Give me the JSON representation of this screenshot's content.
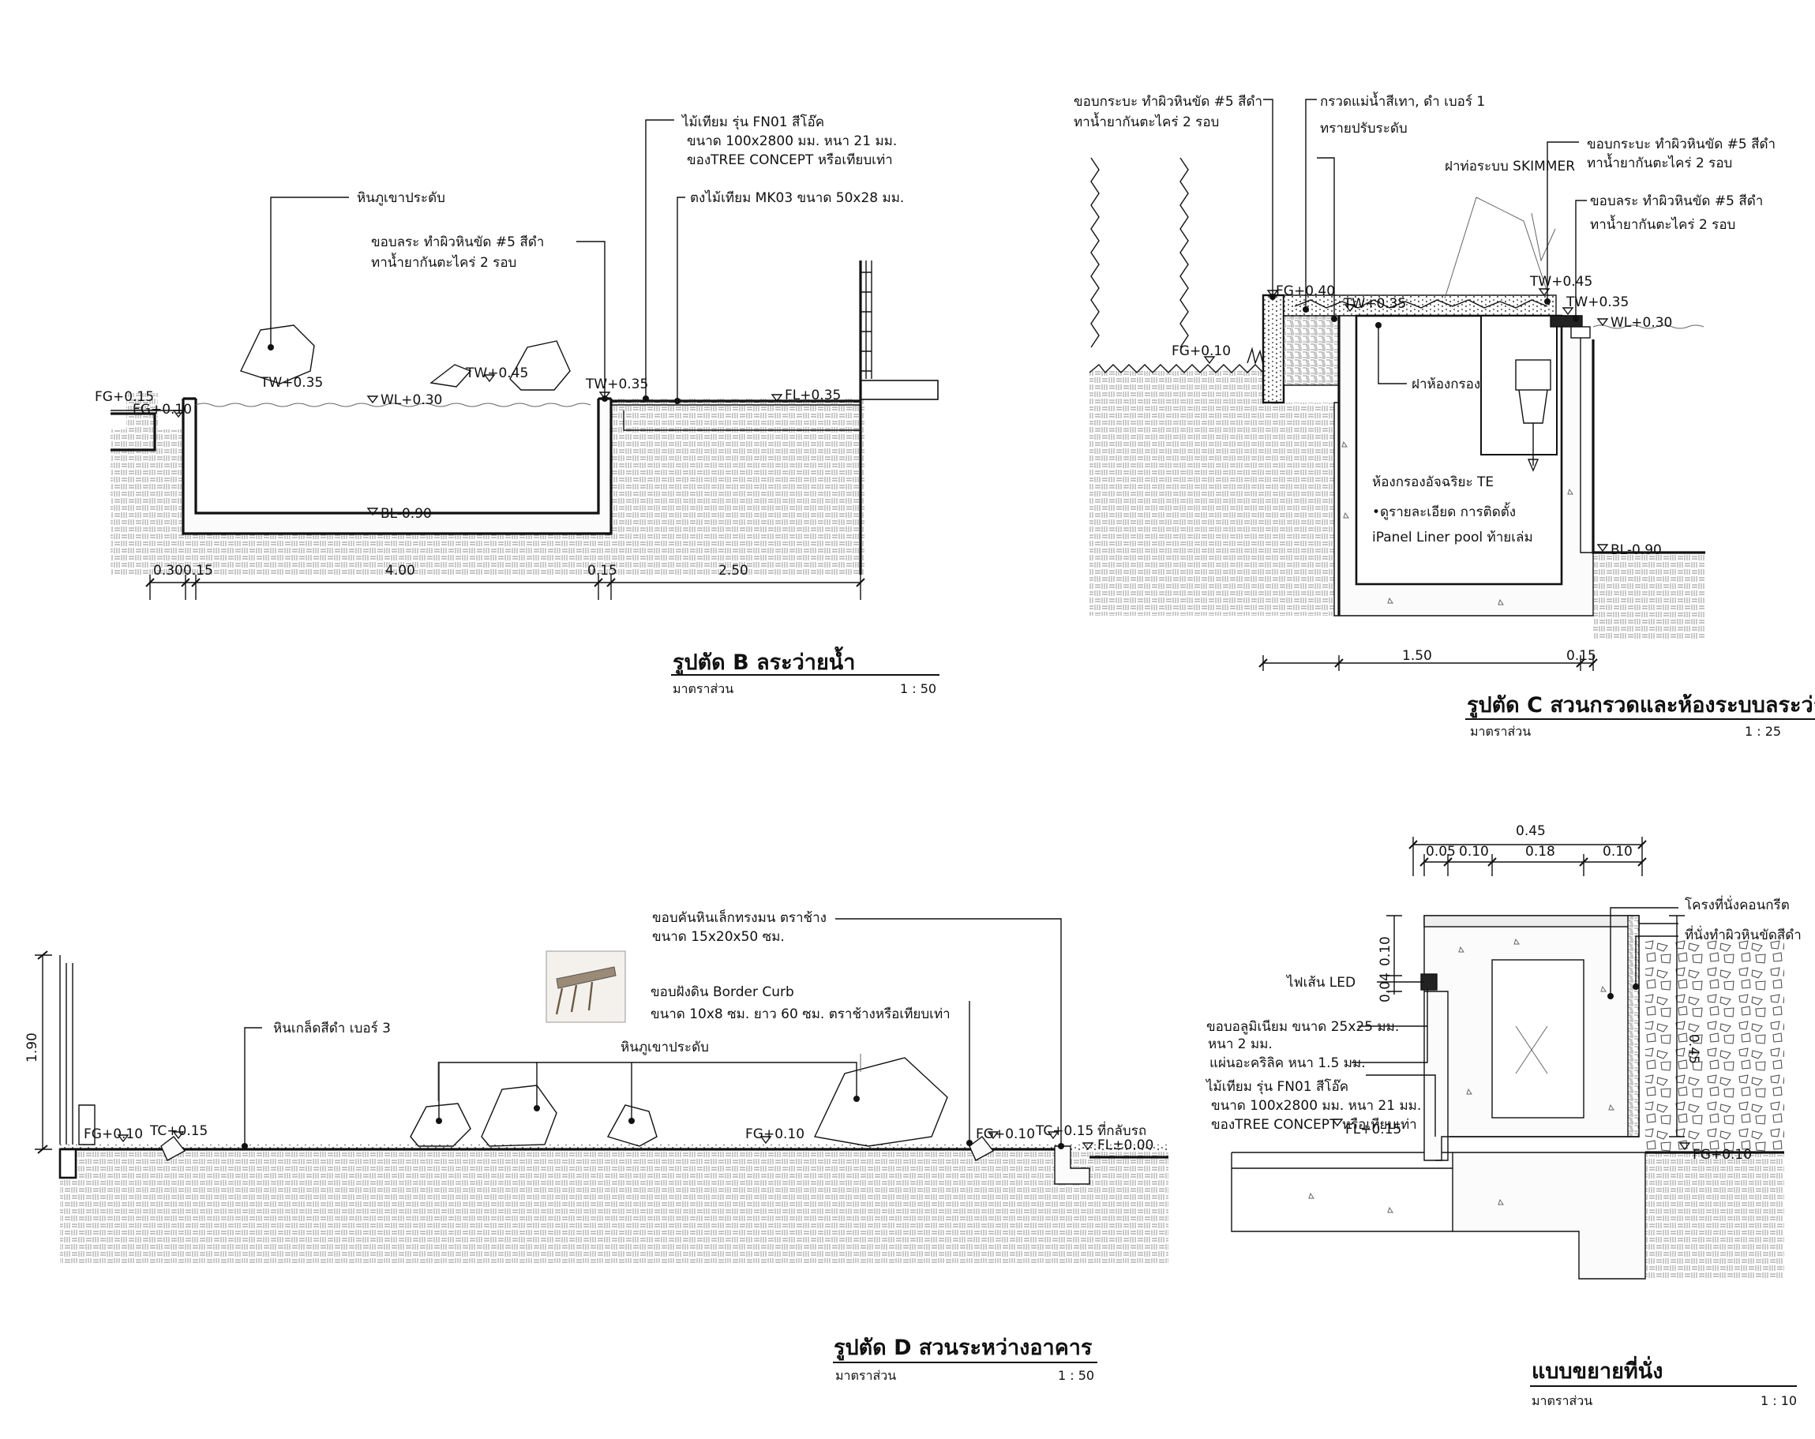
{
  "sections": {
    "B": {
      "title": "รูปตัด B ลระว่ายน้ำ",
      "scale_label": "มาตราส่วน",
      "scale": "1 : 50",
      "notes": {
        "stone": "หินภูเขาประดับ",
        "edge1": "ขอบลระ ทำผิวหินขัด #5 สีดำ",
        "edge2": "ทาน้ำยากันตะไคร่ 2 รอบ",
        "wood1": "ไม้เทียม รุ่น FN01 สีโอ๊ค",
        "wood2": "ขนาด 100x2800 มม. หนา 21 มม.",
        "wood3": "ของTREE CONCEPT หรือเทียบเท่า",
        "joist": "ตงไม้เทียม MK03 ขนาด 50x28 มม."
      },
      "levels": {
        "fg1": "FG+0.15",
        "fg2": "FG+0.10",
        "tw1": "TW+0.35",
        "tw2": "TW+0.45",
        "tw3": "TW+0.35",
        "wl": "WL+0.30",
        "fl": "FL+0.35",
        "bl": "BL-0.90"
      },
      "dims": [
        "0.30",
        "0.15",
        "4.00",
        "0.15",
        "2.50"
      ]
    },
    "C": {
      "title": "รูปตัด C สวนกรวดและห้องระบบลระว่ายน้ำ",
      "scale_label": "มาตราส่วน",
      "scale": "1 : 25",
      "notes": {
        "edgeA1": "ขอบกระบะ ทำผิวหินขัด #5 สีดำ",
        "edgeA2": "ทาน้ำยากันตะไคร่ 2 รอบ",
        "gravel": "กรวดแม่น้ำสีเทา, ดำ เบอร์ 1",
        "sand": "ทรายปรับระดับ",
        "skimmer": "ฝาท่อระบบ SKIMMER",
        "edgeB1": "ขอบกระบะ ทำผิวหินขัด #5 สีดำ",
        "edgeB2": "ทาน้ำยากันตะไคร่ 2 รอบ",
        "edgeC1": "ขอบลระ ทำผิวหินขัด #5 สีดำ",
        "edgeC2": "ทาน้ำยากันตะไคร่ 2 รอบ",
        "cover": "ฝาห้องกรอง",
        "room1": "ห้องกรองอัจฉริยะ TE",
        "room2": "•ดูรายละเอียด การติดตั้ง",
        "room3": "iPanel Liner pool ท้ายเล่ม"
      },
      "levels": {
        "fg40": "FG+0.40",
        "tw35": "TW+0.35",
        "tw45": "TW+0.45",
        "tw35b": "TW+0.35",
        "wl": "WL+0.30",
        "fg10": "FG+0.10",
        "bl": "BL-0.90"
      },
      "dims": [
        "1.50",
        "0.15"
      ]
    },
    "D": {
      "title": "รูปตัด D สวนระหว่างอาคาร",
      "scale_label": "มาตราส่วน",
      "scale": "1 : 50",
      "notes": {
        "curb1": "ขอบคันหินเล็กทรงมน ตราช้าง",
        "curb2": "ขนาด 15x20x50 ซม.",
        "border1": "ขอบฝังดิน Border Curb",
        "border2": "ขนาด 10x8 ซม. ยาว 60 ซม. ตราช้างหรือเทียบเท่า",
        "gravel": "หินเกล็ดสีดำ เบอร์ 3",
        "stone": "หินภูเขาประดับ",
        "parking": "ที่กลับรถ"
      },
      "levels": {
        "fg1": "FG+0.10",
        "tc1": "TC+0.15",
        "fg2": "FG+0.10",
        "fg3": "FG+0.10",
        "tc2": "TC+0.15",
        "fl": "FL±0.00"
      },
      "height": "1.90"
    },
    "E": {
      "title": "แบบขยายที่นั่ง",
      "scale_label": "มาตราส่วน",
      "scale": "1 : 10",
      "notes": {
        "frame": "โครงที่นั่งคอนกรีต",
        "seat": "ที่นั่งทำผิวหินขัดสีดำ",
        "led": "ไฟเส้น LED",
        "alu1": "ขอบอลูมิเนียม ขนาด 25x25 มม.",
        "alu2": "หนา 2 มม.",
        "acr": "แผ่นอะคริลิค หนา 1.5 มม.",
        "wood1": "ไม้เทียม รุ่น FN01 สีโอ๊ค",
        "wood2": "ขนาด 100x2800 มม. หนา 21 มม.",
        "wood3": "ของTREE CONCEPT หรือเทียบเท่า"
      },
      "levels": {
        "fl": "FL+0.15",
        "fg": "FG+0.10"
      },
      "dims": {
        "total": "0.45",
        "d1": "0.05",
        "d2": "0.10",
        "d3": "0.18",
        "d4": "0.10",
        "v1": "0.10",
        "v2": "0.04",
        "h": "0.45"
      }
    }
  }
}
